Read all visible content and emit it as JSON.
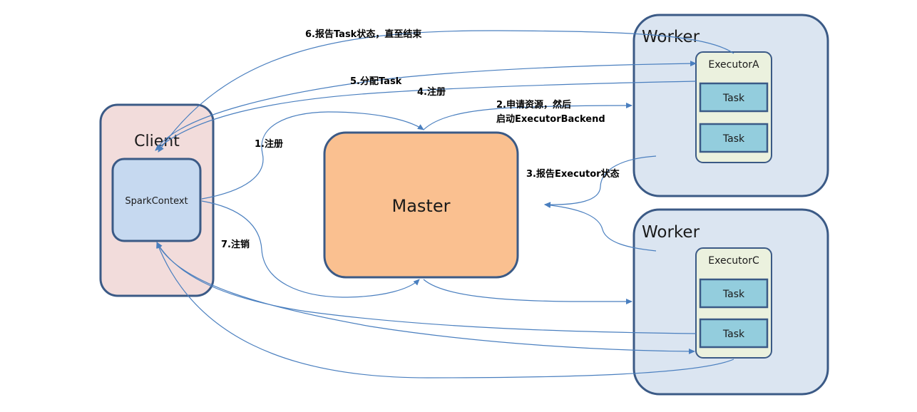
{
  "colors": {
    "client_fill": "#f2dcdb",
    "client_stroke": "#3b5a86",
    "sparkcontext_fill": "#c6d9f0",
    "master_fill": "#fac090",
    "worker_fill": "#dbe5f1",
    "executor_fill": "#ebf1de",
    "task_fill": "#93cddd",
    "arrow": "#4a7fbf"
  },
  "nodes": {
    "client": "Client",
    "sparkcontext": "SparkContext",
    "master": "Master",
    "worker_top": "Worker",
    "worker_bottom": "Worker",
    "executor_a": "ExecutorA",
    "executor_c": "ExecutorC",
    "task_a1": "Task",
    "task_a2": "Task",
    "task_c1": "Task",
    "task_c2": "Task"
  },
  "edges": {
    "step1": "1.注册",
    "step2_line1": "2.申请资源，然后",
    "step2_line2": "启动ExecutorBackend",
    "step3": "3.报告Executor状态",
    "step4": "4.注册",
    "step5": "5.分配Task",
    "step6": "6.报告Task状态，直至结束",
    "step7": "7.注销"
  }
}
